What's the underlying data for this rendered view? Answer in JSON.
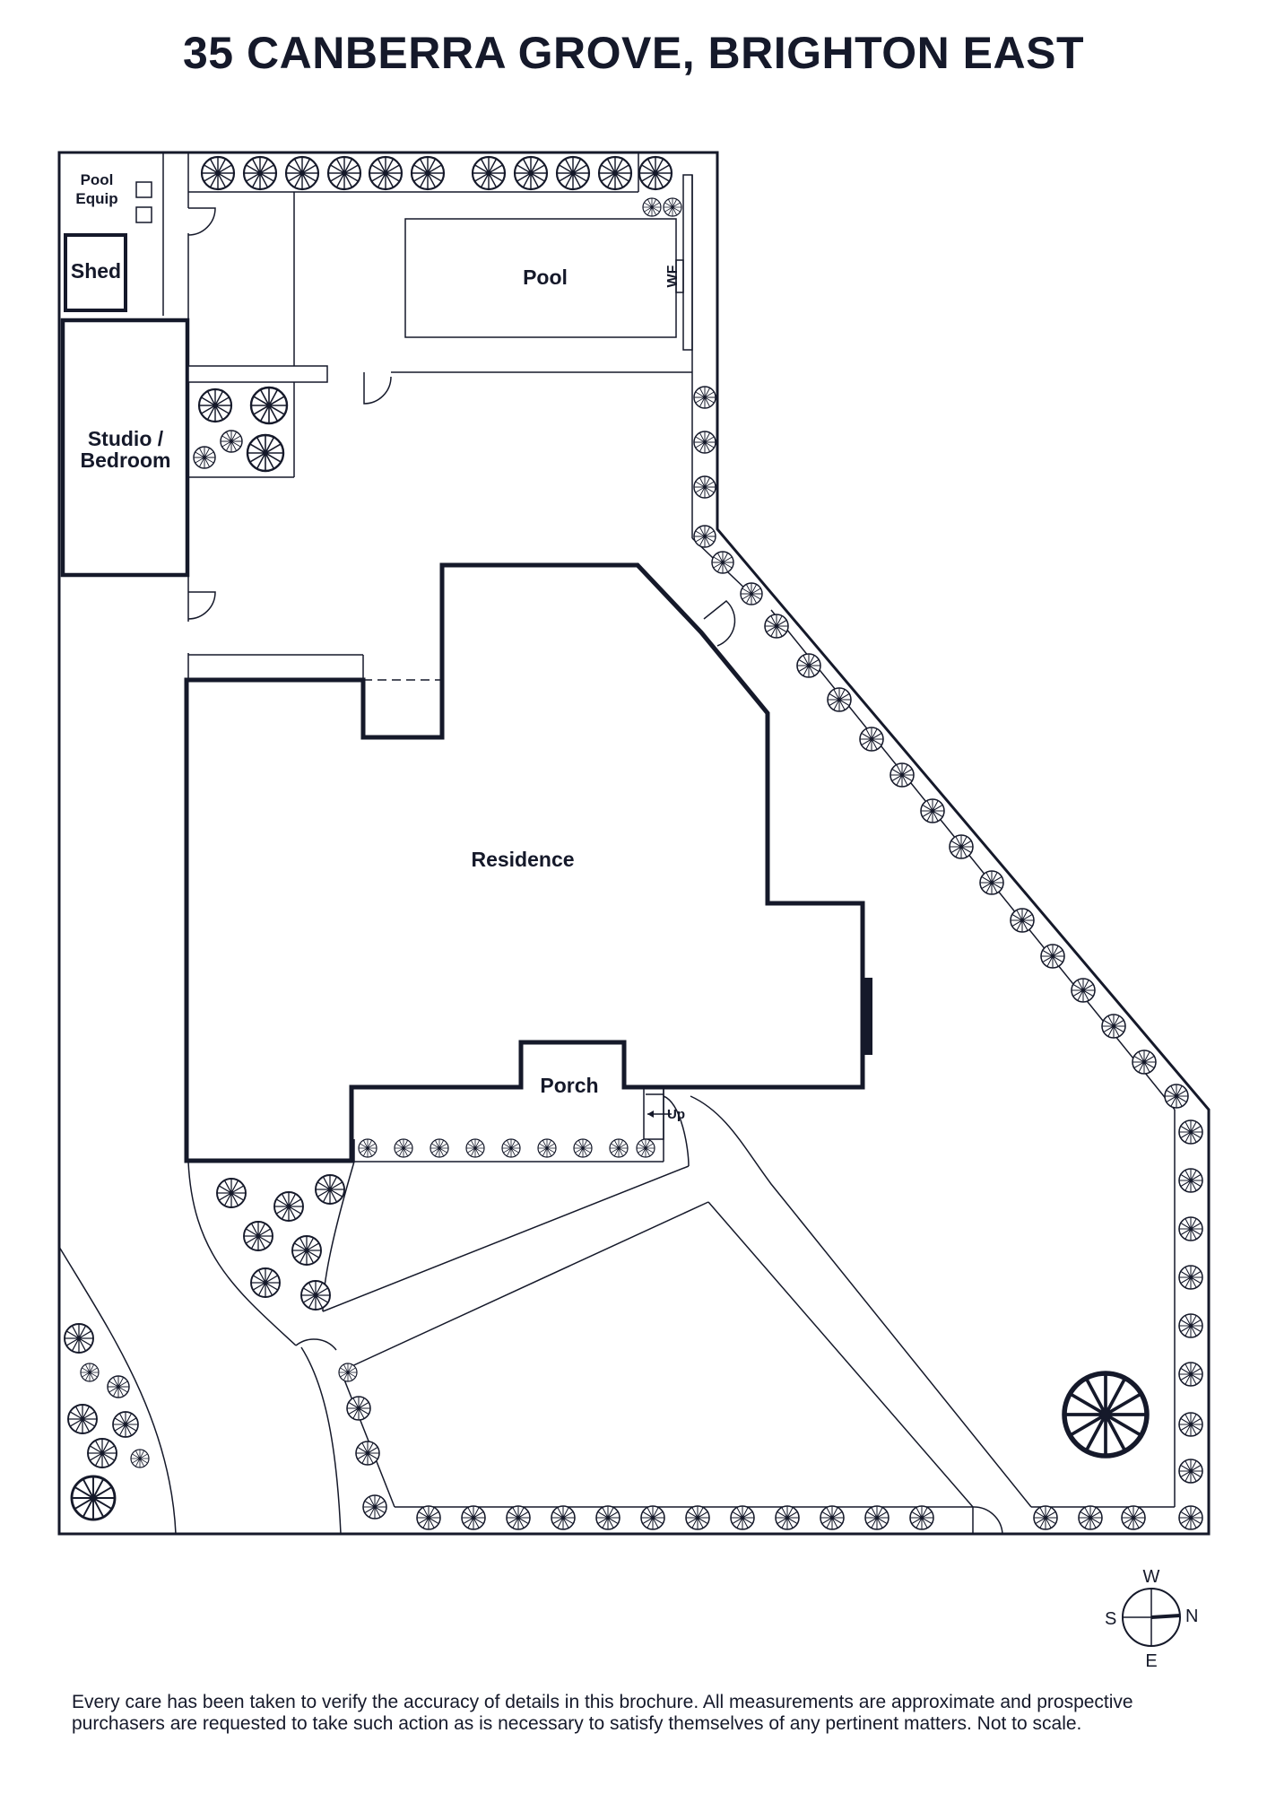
{
  "title": "35 CANBERRA GROVE, BRIGHTON EAST",
  "labels": {
    "pool_equip_line1": "Pool",
    "pool_equip_line2": "Equip",
    "shed": "Shed",
    "pool": "Pool",
    "wf": "WF",
    "studio_line1": "Studio /",
    "studio_line2": "Bedroom",
    "residence": "Residence",
    "porch": "Porch",
    "up": "Up"
  },
  "compass": {
    "north": "N",
    "south": "S",
    "east": "E",
    "west": "W"
  },
  "disclaimer": {
    "line1": "Every care has been taken to verify the accuracy of details in this brochure. All measurements are approximate and prospective",
    "line2": "purchasers are requested to take such action as is necessary to satisfy themselves of any pertinent matters. Not to scale."
  },
  "colors": {
    "ink": "#15192a",
    "background": "#ffffff"
  }
}
